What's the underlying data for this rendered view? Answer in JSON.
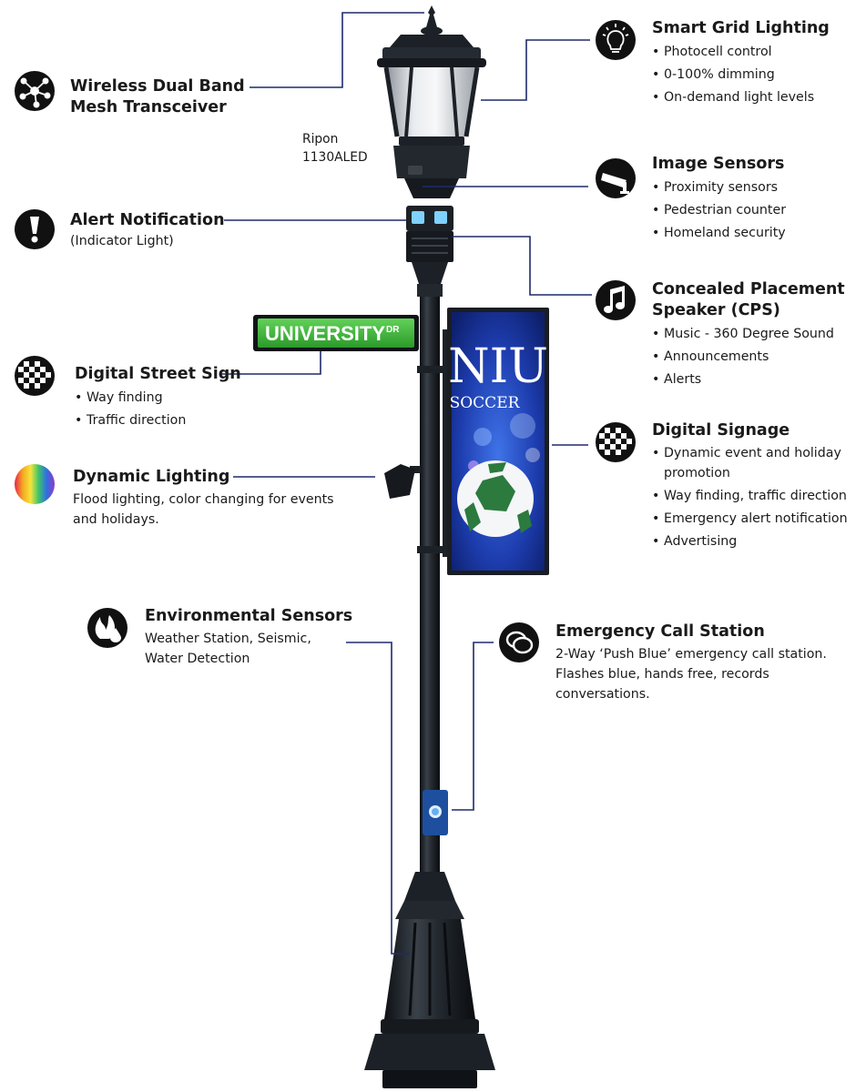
{
  "model": {
    "line1": "Ripon",
    "line2": "1130ALED"
  },
  "street_sign": {
    "text": "UNIVERSITY",
    "suffix": "DR"
  },
  "banner": {
    "line1": "NIU",
    "line2": "SOCCER"
  },
  "colors": {
    "connector": "#1f2a6b",
    "icon": "#111111",
    "pole": "#1c2127",
    "sign_green": "#3db43a",
    "banner_blue": "#1f3ea8"
  },
  "features": {
    "mesh": {
      "icon": "network-hub-icon",
      "title_line1": "Wireless Dual Band",
      "title_line2": "Mesh Transceiver"
    },
    "alert": {
      "icon": "exclamation-icon",
      "title": "Alert Notification",
      "subtitle": "(Indicator Light)"
    },
    "street_sign": {
      "icon": "checkerboard-icon",
      "title": "Digital Street Sign",
      "items": [
        "Way finding",
        "Traffic direction"
      ]
    },
    "dynamic_lighting": {
      "icon": "rainbow-icon",
      "title": "Dynamic Lighting",
      "desc_line1": "Flood lighting, color changing for events",
      "desc_line2": "and holidays."
    },
    "environmental": {
      "icon": "flame-drop-icon",
      "title": "Environmental Sensors",
      "desc_line1": "Weather Station, Seismic,",
      "desc_line2": "Water Detection"
    },
    "smart_grid": {
      "icon": "light-bulb-icon",
      "title": "Smart Grid Lighting",
      "items": [
        "Photocell control",
        "0-100% dimming",
        "On-demand light levels"
      ]
    },
    "image_sensors": {
      "icon": "security-camera-icon",
      "title": "Image Sensors",
      "items": [
        "Proximity sensors",
        "Pedestrian counter",
        "Homeland security"
      ]
    },
    "speaker": {
      "icon": "music-note-icon",
      "title_line1": "Concealed Placement",
      "title_line2": "Speaker (CPS)",
      "items": [
        "Music - 360 Degree Sound",
        "Announcements",
        "Alerts"
      ]
    },
    "signage": {
      "icon": "checkerboard-icon",
      "title": "Digital Signage",
      "items": [
        "Dynamic event and holiday promotion",
        "Way finding, traffic direction",
        "Emergency alert notification",
        "Advertising"
      ]
    },
    "emergency": {
      "icon": "speech-bubble-icon",
      "title": "Emergency Call Station",
      "desc_line1": "2-Way ‘Push Blue’ emergency call station.",
      "desc_line2": "Flashes blue, hands free, records",
      "desc_line3": "conversations."
    }
  }
}
